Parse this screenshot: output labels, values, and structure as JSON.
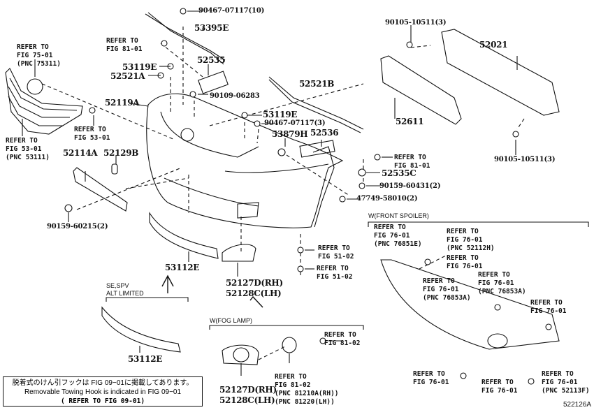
{
  "figure_code": "522126A",
  "parts": {
    "p90467_10": "90467-07117(10)",
    "p53395E": "53395E",
    "p52535": "52535",
    "p53119E_a": "53119E",
    "p52521A": "52521A",
    "p90109": "90109-06283",
    "p52119A": "52119A",
    "p52521B": "52521B",
    "p53119E_b": "53119E",
    "p90467_3": "90467-07117(3)",
    "p53879H": "53879H",
    "p52536": "52536",
    "p52535C": "52535C",
    "p90159_60431": "90159-60431(2)",
    "p47749": "47749-58010(2)",
    "p52114A": "52114A",
    "p52129B": "52129B",
    "p90159_60215": "90159-60215(2)",
    "p53112E_a": "53112E",
    "p52127D_a": "52127D(RH)",
    "p52128C_a": "52128C(LH)",
    "p53112E_b": "53112E",
    "p52127D_b": "52127D(RH)",
    "p52128C_b": "52128C(LH)",
    "p90105_top": "90105-10511(3)",
    "p52021": "52021",
    "p52611": "52611",
    "p90105_bot": "90105-10511(3)"
  },
  "refs": {
    "r75_01": "REFER TO\nFIG 75-01\n(PNC 75311)",
    "r53_01_a": "REFER TO\nFIG 53-01\n(PNC 53111)",
    "r53_01_b": "REFER TO\nFIG 53-01",
    "r81_01_top": "REFER TO\nFIG 81-01",
    "r81_01_right": "REFER TO\nFIG 81-01",
    "r51_02_a": "REFER TO\nFIG 51-02",
    "r51_02_b": "REFER TO\nFIG 51-02",
    "r81_02_a": "REFER TO\nFIG 81-02",
    "r81_02_b": "REFER TO\nFIG 81-02\n(PNC 81210A(RH))\n(PNC 81220(LH))",
    "r76_76851E": "REFER TO\nFIG 76-01\n(PNC 76851E)",
    "r76_52112H": "REFER TO\nFIG 76-01\n(PNC 52112H)",
    "r76_plain_a": "REFER TO\nFIG 76-01",
    "r76_76853A_a": "REFER TO\nFIG 76-01\n(PNC 76853A)",
    "r76_76853A_b": "REFER TO\nFIG 76-01\n(PNC 76853A)",
    "r76_plain_b": "REFER TO\nFIG 76-01",
    "r76_plain_c": "REFER TO\nFIG 76-01",
    "r76_plain_d": "REFER TO\nFIG 76-01",
    "r76_52113F": "REFER TO\nFIG 76-01\n(PNC 52113F)"
  },
  "sections": {
    "front_spoiler": "W(FRONT SPOILER)",
    "fog_lamp": "W(FOG LAMP)",
    "se_spv_1": "SE,SPV",
    "se_spv_2": "ALT LIMITED"
  },
  "note": {
    "line_jp": "脱着式のけん引フックは FIG 09−01に掲載してあります。",
    "line_en": "Removable Towing Hook is indicated in FIG 09−01",
    "line_ref": "( REFER TO FIG 09-01)"
  }
}
